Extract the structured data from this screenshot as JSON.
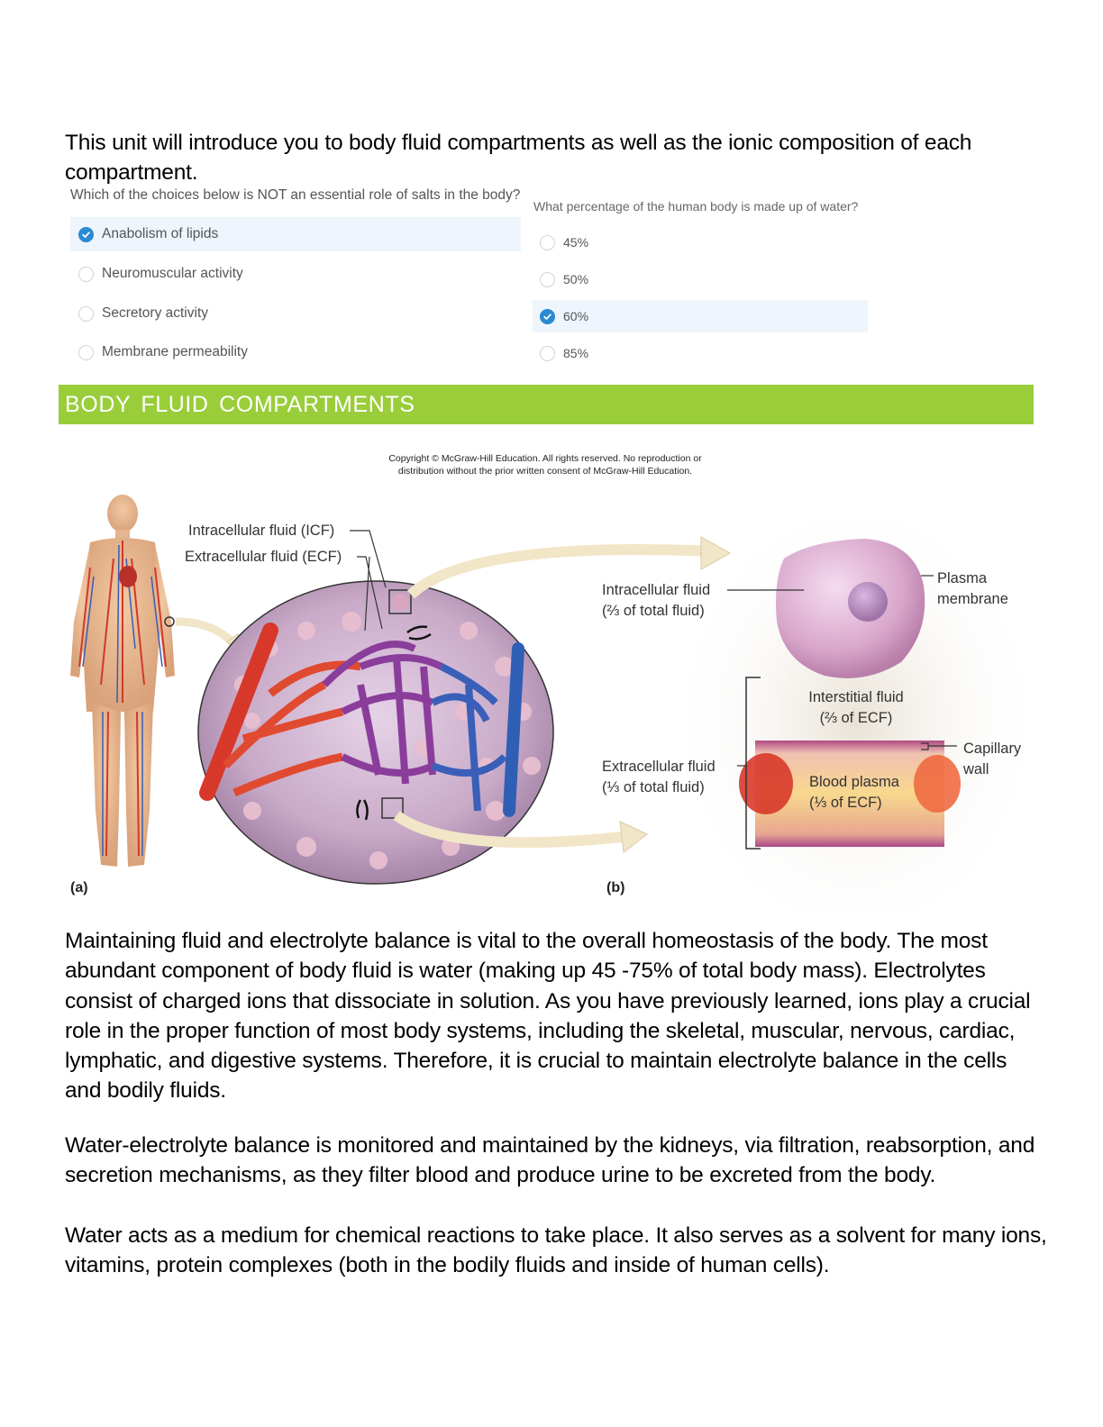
{
  "intro": {
    "text": "This unit will introduce you to body fluid compartments as well as the ionic composition of each compartment."
  },
  "quiz1": {
    "question": "Which of the choices below is NOT an essential role of salts in the body?",
    "options": [
      {
        "label": "Anabolism of lipids",
        "selected": true
      },
      {
        "label": "Neuromuscular activity",
        "selected": false
      },
      {
        "label": "Secretory activity",
        "selected": false
      },
      {
        "label": "Membrane permeability",
        "selected": false
      }
    ]
  },
  "quiz2": {
    "question": "What percentage of the human body is made up of water?",
    "options": [
      {
        "label": "45%",
        "selected": false
      },
      {
        "label": "50%",
        "selected": false
      },
      {
        "label": "60%",
        "selected": true
      },
      {
        "label": "85%",
        "selected": false
      }
    ]
  },
  "section": {
    "title": "BODY FLUID COMPARTMENTS",
    "banner_color": "#9acd3a"
  },
  "figure": {
    "copyright_line1": "Copyright © McGraw-Hill Education. All rights reserved. No reproduction or",
    "copyright_line2": "distribution without the prior written consent of McGraw-Hill Education.",
    "panel_a": {
      "label": "(a)",
      "icf_label": "Intracellular fluid (ICF)",
      "ecf_label": "Extracellular fluid (ECF)"
    },
    "panel_b": {
      "label": "(b)",
      "icf_line1": "Intracellular fluid",
      "icf_line2": "(⅔ of total fluid)",
      "ecf_line1": "Extracellular fluid",
      "ecf_line2": "(⅓ of total fluid)",
      "plasma_membrane_line1": "Plasma",
      "plasma_membrane_line2": "membrane",
      "interstitial_line1": "Interstitial fluid",
      "interstitial_line2": "(⅔ of ECF)",
      "capillary_line1": "Capillary",
      "capillary_line2": "wall",
      "blood_plasma_line1": "Blood plasma",
      "blood_plasma_line2": "(⅓ of ECF)"
    }
  },
  "paragraphs": [
    "Maintaining fluid and electrolyte balance is vital to the overall homeostasis of the body. The most abundant component of body fluid is water (making up 45 -75% of total body mass). Electrolytes consist of charged ions that dissociate in solution.  As you have previously learned, ions play a crucial role in the proper function of most body systems, including the skeletal, muscular, nervous, cardiac, lymphatic, and digestive systems. Therefore, it is crucial to maintain electrolyte balance in the cells and bodily fluids.",
    "Water-electrolyte balance is monitored and maintained by the kidneys, via filtration, reabsorption, and secretion mechanisms, as they filter blood and produce urine to be excreted from the body.",
    "Water acts as a medium for chemical reactions to take place. It also serves as a solvent for many ions, vitamins, protein complexes (both in the bodily fluids and inside of human cells)."
  ]
}
